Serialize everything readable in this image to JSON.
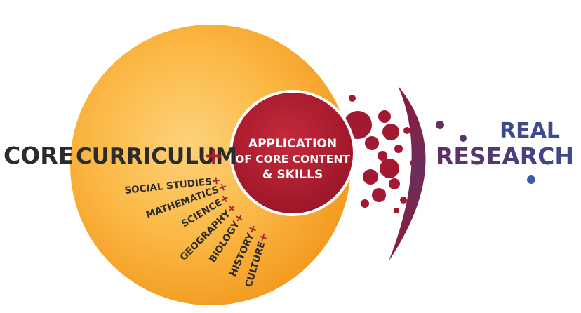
{
  "diagram": {
    "core": {
      "word1": "CORE",
      "word2": "CURRICULUM",
      "plus": "+",
      "subjects": [
        {
          "label": "SOCIAL STUDIES"
        },
        {
          "label": "MATHEMATICS"
        },
        {
          "label": "SCIENCE"
        },
        {
          "label": "GEOGRAPHY"
        },
        {
          "label": "BIOLOGY"
        },
        {
          "label": "HISTORY"
        },
        {
          "label": "CULTURE"
        }
      ]
    },
    "application": {
      "line1": "APPLICATION",
      "line2": "OF CORE CONTENT",
      "line3": "& SKILLS"
    },
    "real_research": {
      "line1": "REAL",
      "line2": "RESEARCH"
    },
    "colors": {
      "orange_light": "#FCC55A",
      "orange": "#F5A425",
      "crimson": "#B51E35",
      "crimson_dark": "#8E1428",
      "dark_text": "#2B2B2B",
      "plus_red": "#A81F2E",
      "navy": "#3C4A8E",
      "purple": "#5E3468",
      "blue_dot": "#3D5BAA"
    }
  }
}
